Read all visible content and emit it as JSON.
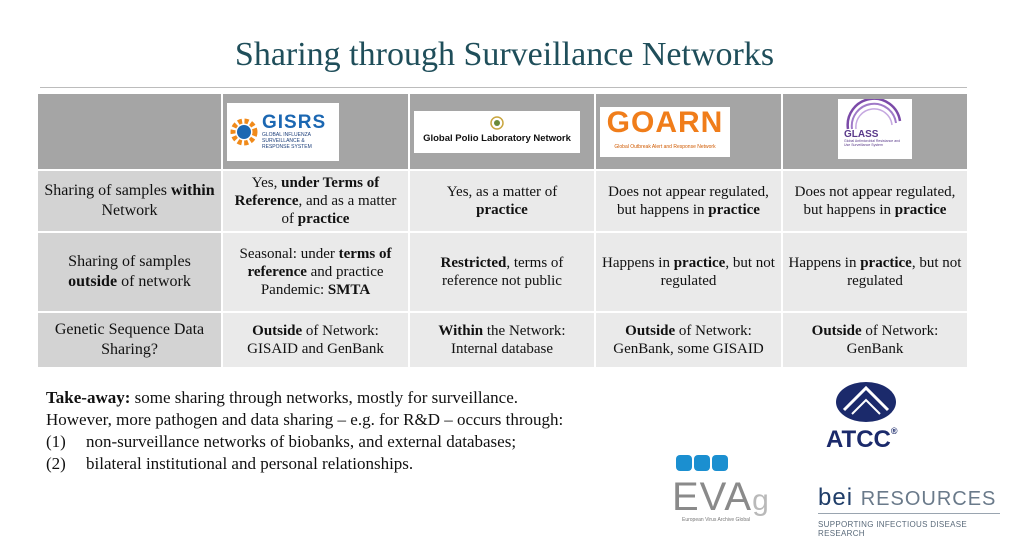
{
  "title": "Sharing through Surveillance Networks",
  "logos": {
    "gisrs": {
      "name": "GISRS",
      "sub": "GLOBAL INFLUENZA SURVEILLANCE & RESPONSE SYSTEM"
    },
    "gpln": {
      "name": "Global Polio Laboratory Network"
    },
    "goarn": {
      "name": "GOARN",
      "sub": "Global Outbreak Alert and Response Network"
    },
    "glass": {
      "name": "GLASS",
      "sub": "Global Antimicrobial Resistance and Use Surveillance System"
    }
  },
  "rows": [
    {
      "label": [
        "Sharing of samples ",
        "within",
        " Network"
      ],
      "cells": [
        [
          "Yes, ",
          "under Terms of Reference",
          ", and as a matter of ",
          "practice",
          ""
        ],
        [
          "Yes, as a matter of ",
          "practice",
          ""
        ],
        [
          "Does not appear regulated, but happens in ",
          "practice",
          ""
        ],
        [
          "Does not appear regulated, but happens in ",
          "practice",
          ""
        ]
      ]
    },
    {
      "label": [
        "Sharing of samples ",
        "outside",
        " of network"
      ],
      "cells": [
        [
          "Seasonal: under ",
          "terms of reference",
          " and practice Pandemic: ",
          "SMTA",
          ""
        ],
        [
          "",
          "Restricted",
          ", terms of reference not public"
        ],
        [
          "Happens in ",
          "practice",
          ", but not regulated"
        ],
        [
          "Happens in ",
          "practice",
          ", but not regulated"
        ]
      ]
    },
    {
      "label": [
        "Genetic Sequence Data Sharing?",
        "",
        ""
      ],
      "cells": [
        [
          "",
          "Outside",
          " of Network: GISAID and GenBank"
        ],
        [
          "",
          "Within",
          " the Network: Internal database"
        ],
        [
          "",
          "Outside",
          " of Network: GenBank, some GISAID"
        ],
        [
          "",
          "Outside",
          " of Network: GenBank"
        ]
      ]
    }
  ],
  "takeaway": {
    "bold": "Take-away:",
    "line1": " some sharing through networks, mostly for surveillance.",
    "line2": "However, more pathogen and data sharing – e.g. for R&D –  occurs through:",
    "items": [
      {
        "num": "(1)",
        "text": "non-surveillance networks of biobanks, and external databases;"
      },
      {
        "num": "(2)",
        "text": "bilateral institutional and personal relationships."
      }
    ]
  },
  "brand_logos": {
    "atcc": "ATCC",
    "evag_word": "EVA",
    "evag_g": "g",
    "evag_sub": "European Virus Archive Global",
    "bei_b": "bei",
    "bei_res": "RESOURCES",
    "bei_sub": "SUPPORTING INFECTIOUS DISEASE RESEARCH"
  },
  "colors": {
    "title": "#1f4e5a",
    "header_bg": "#a5a5a5",
    "label_bg": "#d3d3d3",
    "cell_bg": "#eaeaea",
    "goarn_orange": "#f07d1a",
    "atcc_navy": "#1b2a6b"
  }
}
